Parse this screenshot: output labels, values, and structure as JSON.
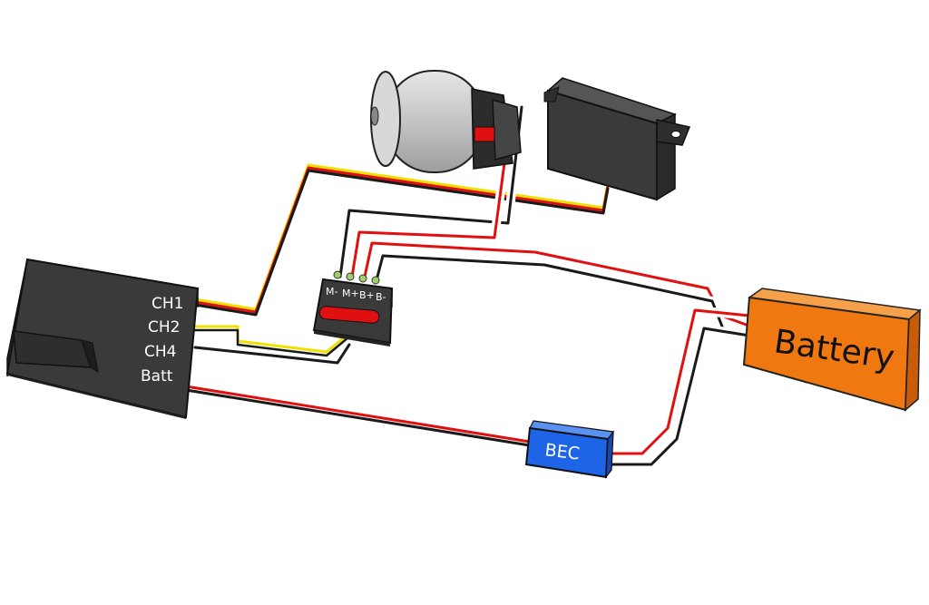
{
  "receiver": {
    "channels": [
      "CH1",
      "CH2",
      "CH4",
      "Batt"
    ]
  },
  "esc": {
    "pins": [
      "M-",
      "M+",
      "B+",
      "B-"
    ]
  },
  "battery": {
    "label": "Battery"
  },
  "bec": {
    "label": "BEC"
  },
  "colors": {
    "wire_red": "#e01010",
    "wire_black": "#1a1a1a",
    "wire_yellow": "#f0e000",
    "battery": "#f07810",
    "bec": "#1e64e6",
    "receiver": "#3a3a3a",
    "motor_body": "#bdbdbd",
    "servo": "#3a3a3a"
  }
}
